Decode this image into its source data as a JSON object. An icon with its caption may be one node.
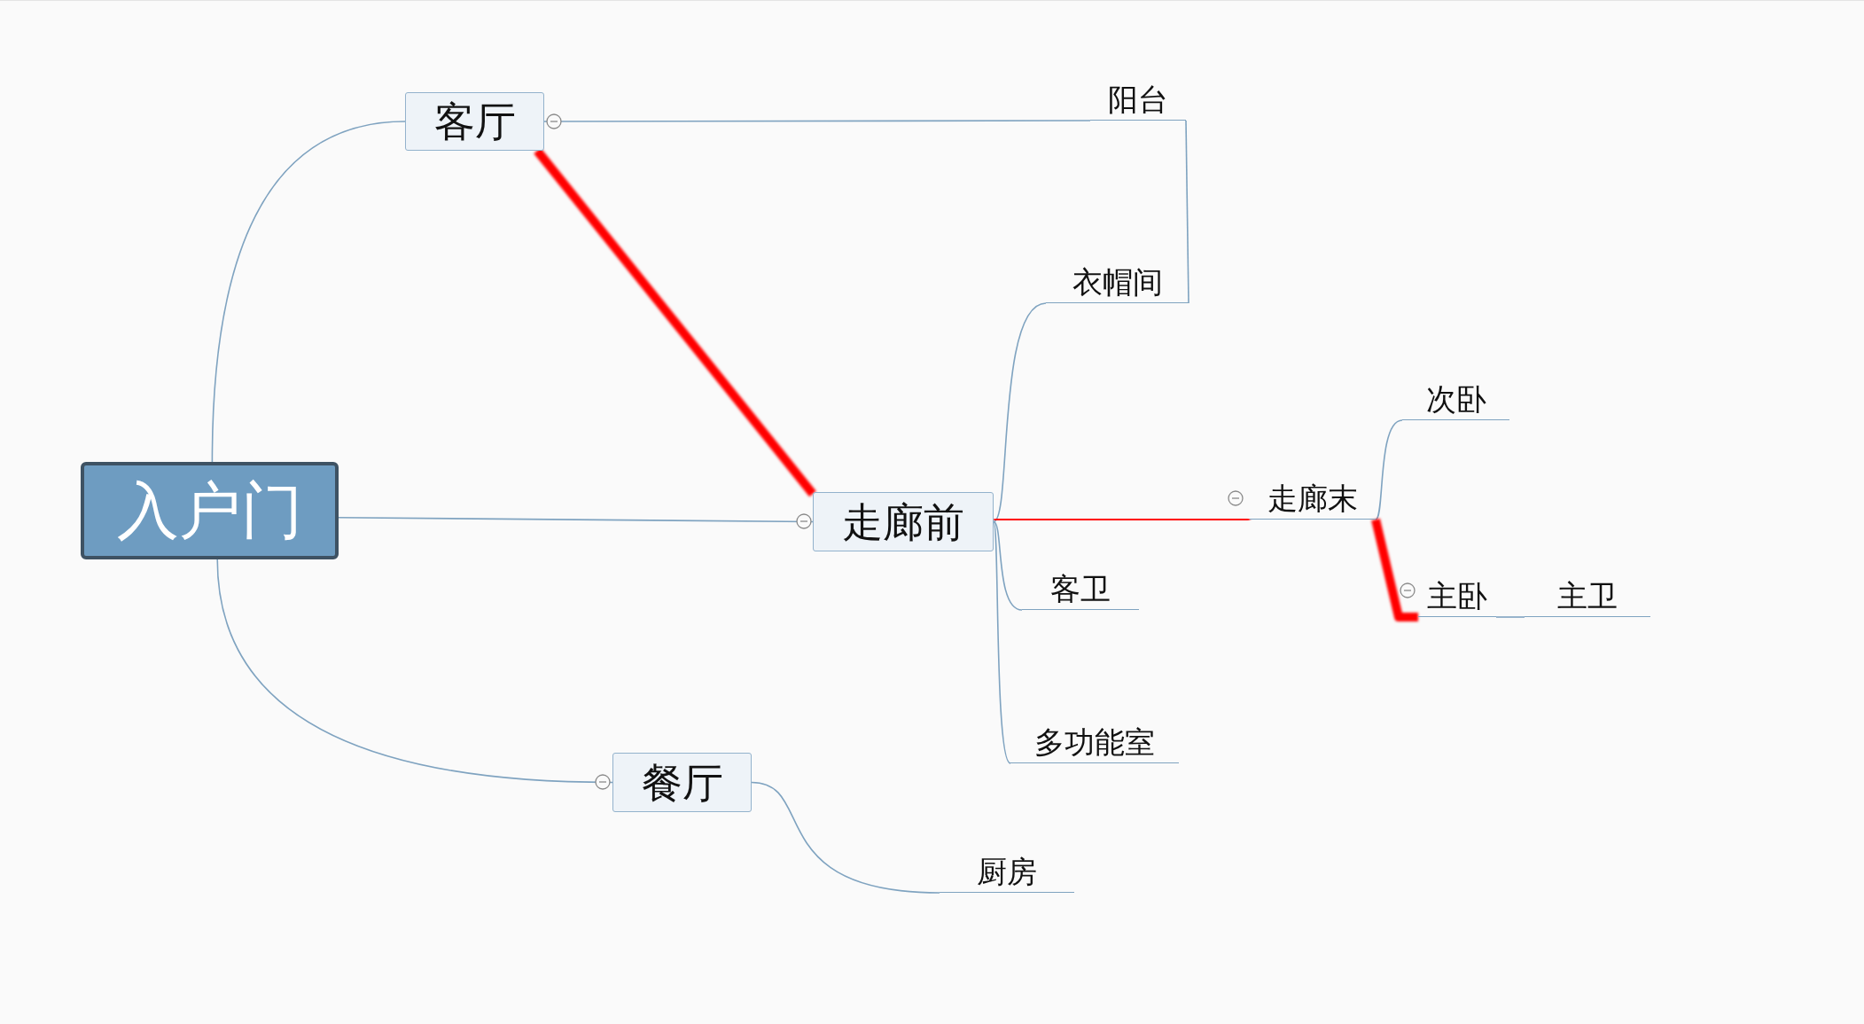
{
  "diagram": {
    "nodes": [
      {
        "text": [
          "入户门"
        ]
      },
      {
        "text": [
          "客厅"
        ]
      },
      {
        "text": [
          "阳台"
        ]
      },
      {
        "text": [
          "走廊前"
        ]
      },
      {
        "text": [
          "衣帽间"
        ]
      },
      {
        "text": [
          "走廊末"
        ]
      },
      {
        "text": [
          "次卧"
        ]
      },
      {
        "text": [
          "主卧"
        ]
      },
      {
        "text": [
          "主卫"
        ]
      },
      {
        "text": [
          "客卫"
        ]
      },
      {
        "text": [
          "多功能室"
        ]
      },
      {
        "text": [
          "餐厅"
        ]
      },
      {
        "text": [
          "厨房"
        ]
      }
    ],
    "edges": [
      {
        "from": 0,
        "to": 1,
        "arrow": "none"
      },
      {
        "from": 0,
        "to": 3,
        "arrow": "none"
      },
      {
        "from": 0,
        "to": 11,
        "arrow": "none"
      },
      {
        "from": 1,
        "to": 2,
        "arrow": "none"
      },
      {
        "from": 1,
        "to": 3,
        "arrow": "none",
        "style": "thick",
        "color": "#ff0000"
      },
      {
        "from": 2,
        "to": 4,
        "arrow": "none"
      },
      {
        "from": 3,
        "to": 4,
        "arrow": "none"
      },
      {
        "from": 3,
        "to": 5,
        "arrow": "none",
        "style": "thick",
        "color": "#ff0000"
      },
      {
        "from": 3,
        "to": 9,
        "arrow": "none"
      },
      {
        "from": 3,
        "to": 10,
        "arrow": "none"
      },
      {
        "from": 5,
        "to": 6,
        "arrow": "none"
      },
      {
        "from": 5,
        "to": 7,
        "arrow": "none",
        "style": "thick",
        "color": "#ff0000"
      },
      {
        "from": 7,
        "to": 8,
        "arrow": "none"
      },
      {
        "from": 11,
        "to": 12,
        "arrow": "none"
      }
    ]
  }
}
